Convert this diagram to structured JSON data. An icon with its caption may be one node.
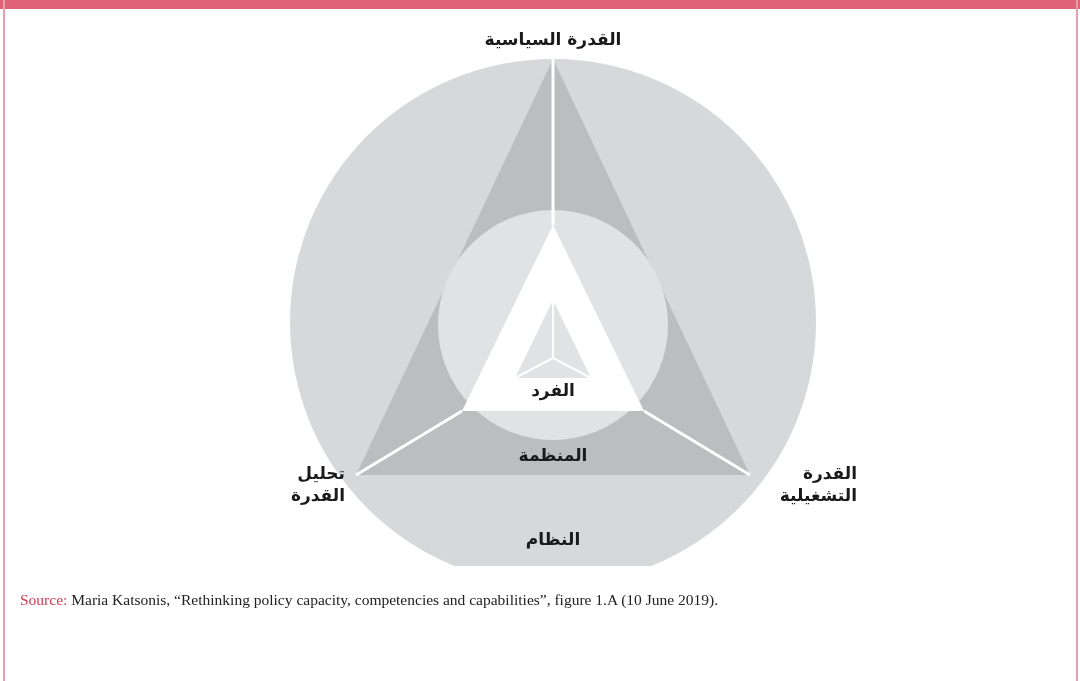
{
  "diagram": {
    "caption": "Maria Katsonis, “Rethinking policy capacity, competencies and capabilities”, figure 1.A (10 June 2019).",
    "nodes": [
      {
        "text": [
          "النظام"
        ]
      },
      {
        "text": [
          "المنظمة"
        ],
        "in": 0
      },
      {
        "text": [
          "الفرد"
        ],
        "in": 1
      }
    ],
    "edges": [],
    "labels": [
      "القدرة السياسية",
      "تحليل القدرة",
      "القدرة التشغيلية",
      "Source:"
    ]
  }
}
